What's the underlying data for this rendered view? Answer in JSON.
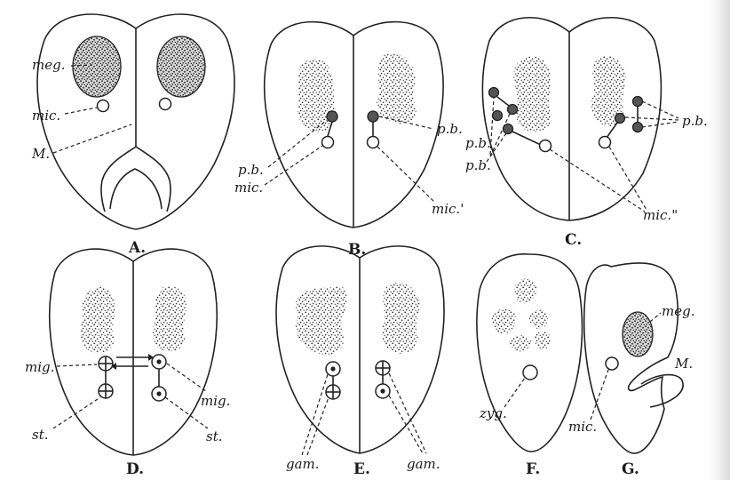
{
  "labels": {
    "meg": "meg.",
    "mic": "mic.",
    "M": "M.",
    "pb": "p.b.",
    "mic_prime": "mic.'",
    "mic_dprime": "mic.\"",
    "mig": "mig.",
    "st": "st.",
    "gam": "gam.",
    "zyg": "zyg."
  },
  "panels": [
    "A.",
    "B.",
    "C.",
    "D.",
    "E.",
    "F.",
    "G."
  ]
}
